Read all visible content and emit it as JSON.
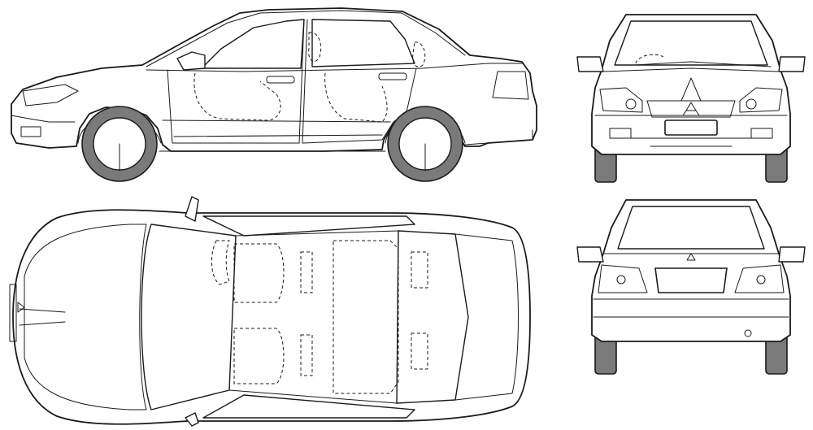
{
  "views": [
    {
      "id": "side"
    },
    {
      "id": "front"
    },
    {
      "id": "top"
    },
    {
      "id": "rear"
    }
  ],
  "colors": {
    "line": "#1a1a1a",
    "tire": "#7a7a7a",
    "background": "#ffffff"
  }
}
